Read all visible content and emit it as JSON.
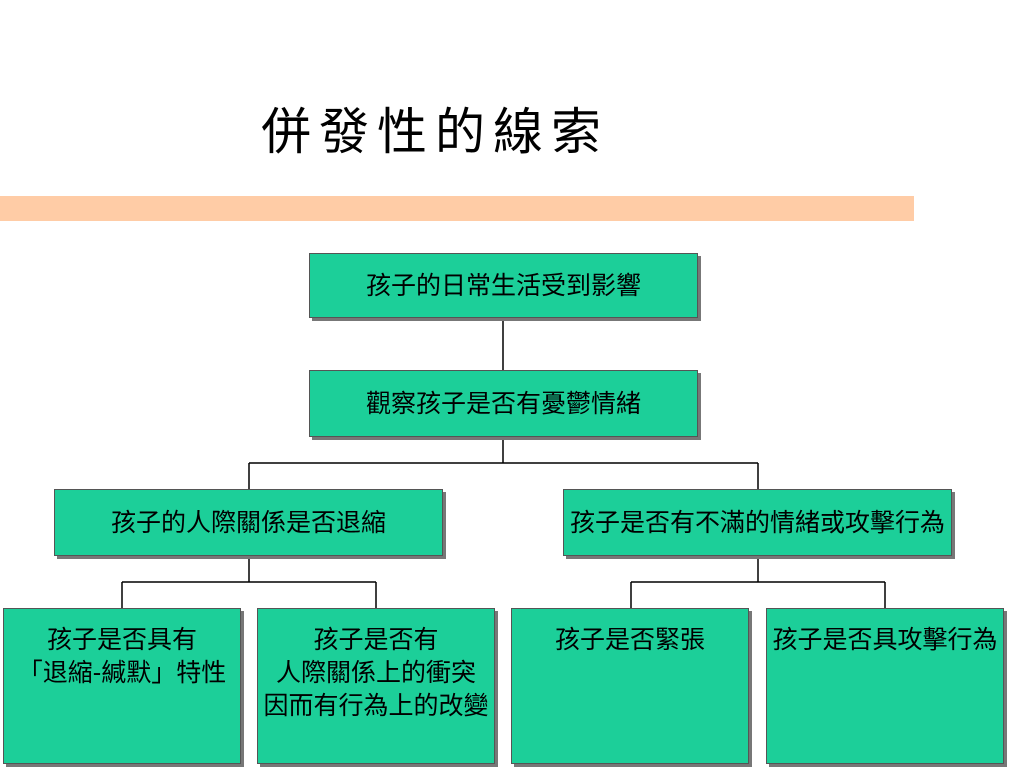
{
  "slide": {
    "title": "併發性的線索",
    "accent_color": "#ffcca6",
    "box_color": "#1ccf99"
  },
  "diagram": {
    "root": "孩子的日常生活受到影響",
    "level2": "觀察孩子是否有憂鬱情緒",
    "left_branch": "孩子的人際關係是否退縮",
    "right_branch": "孩子是否有不滿的情緒或攻擊行為",
    "leaf1": {
      "lines": [
        "孩子是否具有",
        "「退縮-緘默」特性"
      ]
    },
    "leaf2": {
      "lines": [
        "孩子是否有",
        "人際關係上的衝突",
        "因而有行為上的改變"
      ]
    },
    "leaf3": {
      "lines": [
        "孩子是否緊張"
      ]
    },
    "leaf4": {
      "lines": [
        "孩子是否具攻擊行為"
      ]
    }
  }
}
